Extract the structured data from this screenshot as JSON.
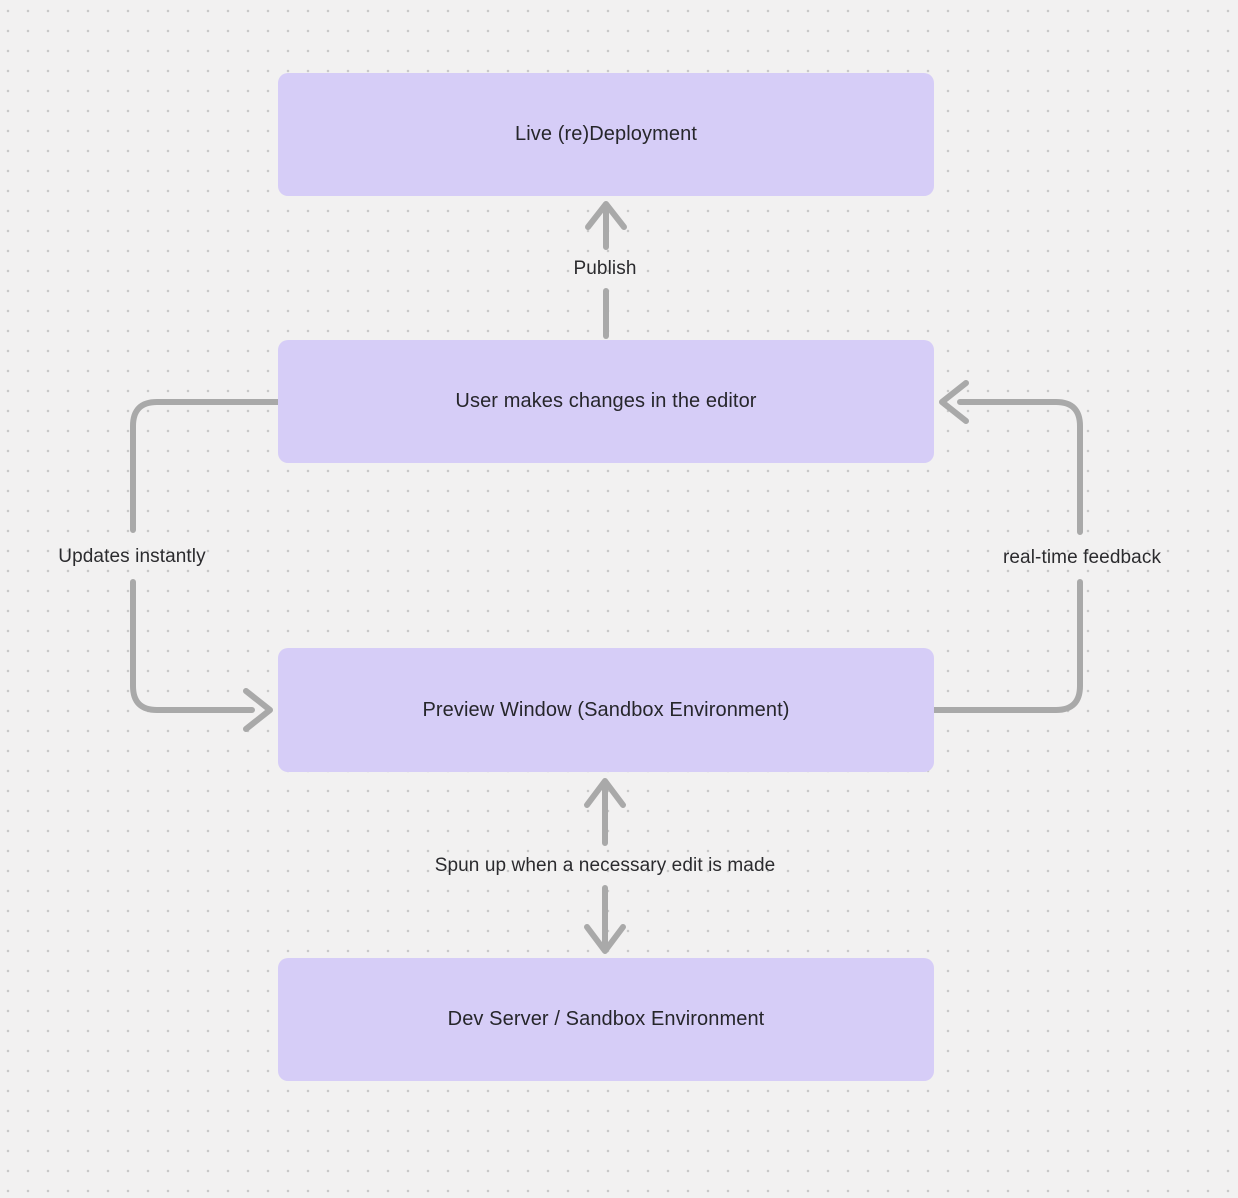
{
  "diagram": {
    "nodes": [
      {
        "id": "live-redeployment",
        "label": "Live (re)Deployment"
      },
      {
        "id": "user-editor",
        "label": "User makes changes in the editor"
      },
      {
        "id": "preview-window",
        "label": "Preview Window (Sandbox Environment)"
      },
      {
        "id": "dev-server",
        "label": "Dev Server / Sandbox Environment"
      }
    ],
    "edges": [
      {
        "id": "publish",
        "label": "Publish",
        "from": "user-editor",
        "to": "live-redeployment",
        "bidirectional": false
      },
      {
        "id": "updates-instantly",
        "label": "Updates instantly",
        "from": "user-editor",
        "to": "preview-window",
        "bidirectional": false
      },
      {
        "id": "real-time-feedback",
        "label": "real-time feedback",
        "from": "preview-window",
        "to": "user-editor",
        "bidirectional": false
      },
      {
        "id": "spun-up",
        "label": "Spun up when a necessary edit is made",
        "from": "preview-window",
        "to": "dev-server",
        "bidirectional": true
      }
    ],
    "colors": {
      "background": "#f2f1f1",
      "grid_dot": "#c9c9c9",
      "node_fill": "#d6cdf7",
      "arrow": "#a9a9a9",
      "text": "#26262b"
    }
  }
}
